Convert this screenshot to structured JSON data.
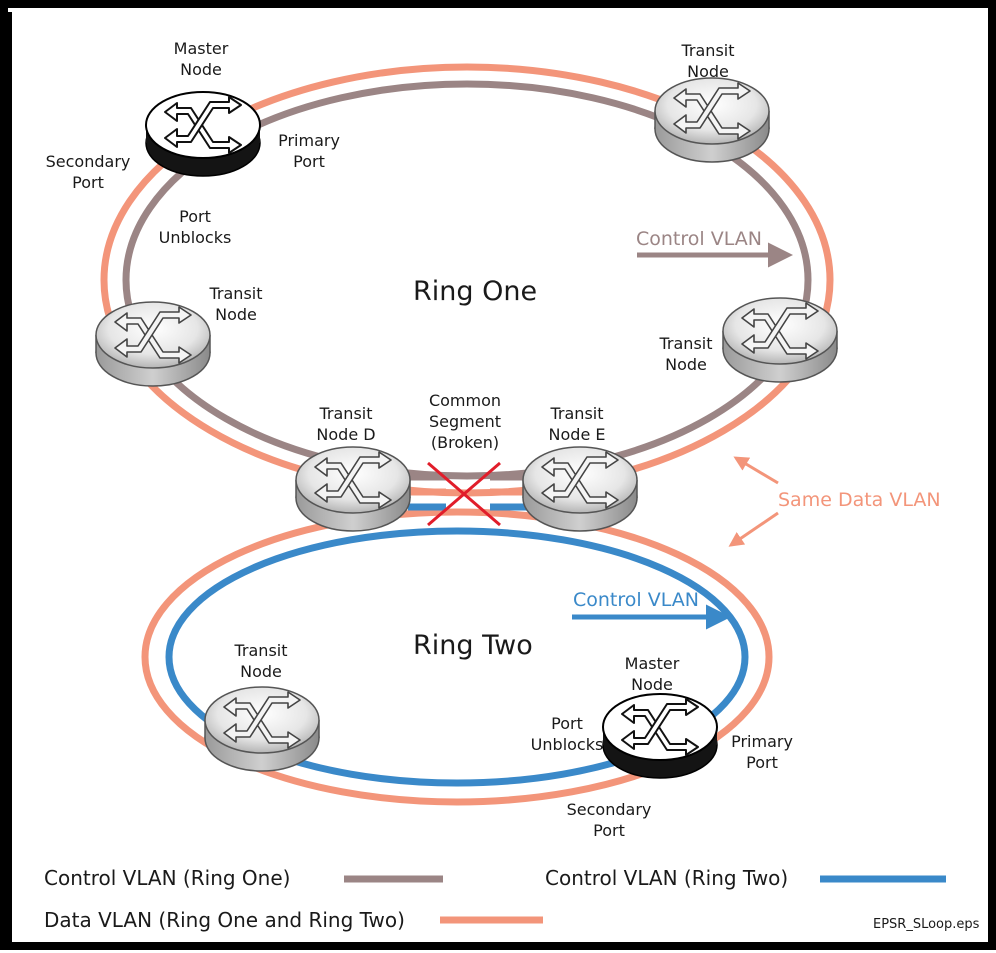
{
  "colors": {
    "ring_one_control": "#9b8585",
    "ring_two_control": "#3a89c9",
    "data_vlan": "#f3957a",
    "broken_mark": "#e11d2a",
    "frame": "#000000"
  },
  "diagram": {
    "ring_one_title": "Ring One",
    "ring_two_title": "Ring Two",
    "nodes": {
      "r1_master": "Master\nNode",
      "r1_transit_top_right": "Transit\nNode",
      "r1_transit_left": "Transit\nNode",
      "r1_transit_right": "Transit\nNode",
      "transit_d": "Transit\nNode D",
      "transit_e": "Transit\nNode E",
      "r2_transit_left": "Transit\nNode",
      "r2_master": "Master\nNode"
    },
    "ports": {
      "r1_secondary": "Secondary\nPort",
      "r1_primary": "Primary\nPort",
      "r1_unblocks": "Port\nUnblocks",
      "r2_unblocks": "Port\nUnblocks",
      "r2_primary": "Primary\nPort",
      "r2_secondary": "Secondary\nPort"
    },
    "common_segment": "Common\nSegment\n(Broken)",
    "control_vlan_ring_one": "Control VLAN",
    "control_vlan_ring_two": "Control VLAN",
    "same_data_vlan": "Same Data VLAN"
  },
  "legend": {
    "control_ring_one": "Control VLAN (Ring One)",
    "control_ring_two": "Control VLAN (Ring Two)",
    "data_both": "Data VLAN (Ring One and Ring Two)"
  },
  "filename": "EPSR_SLoop.eps"
}
